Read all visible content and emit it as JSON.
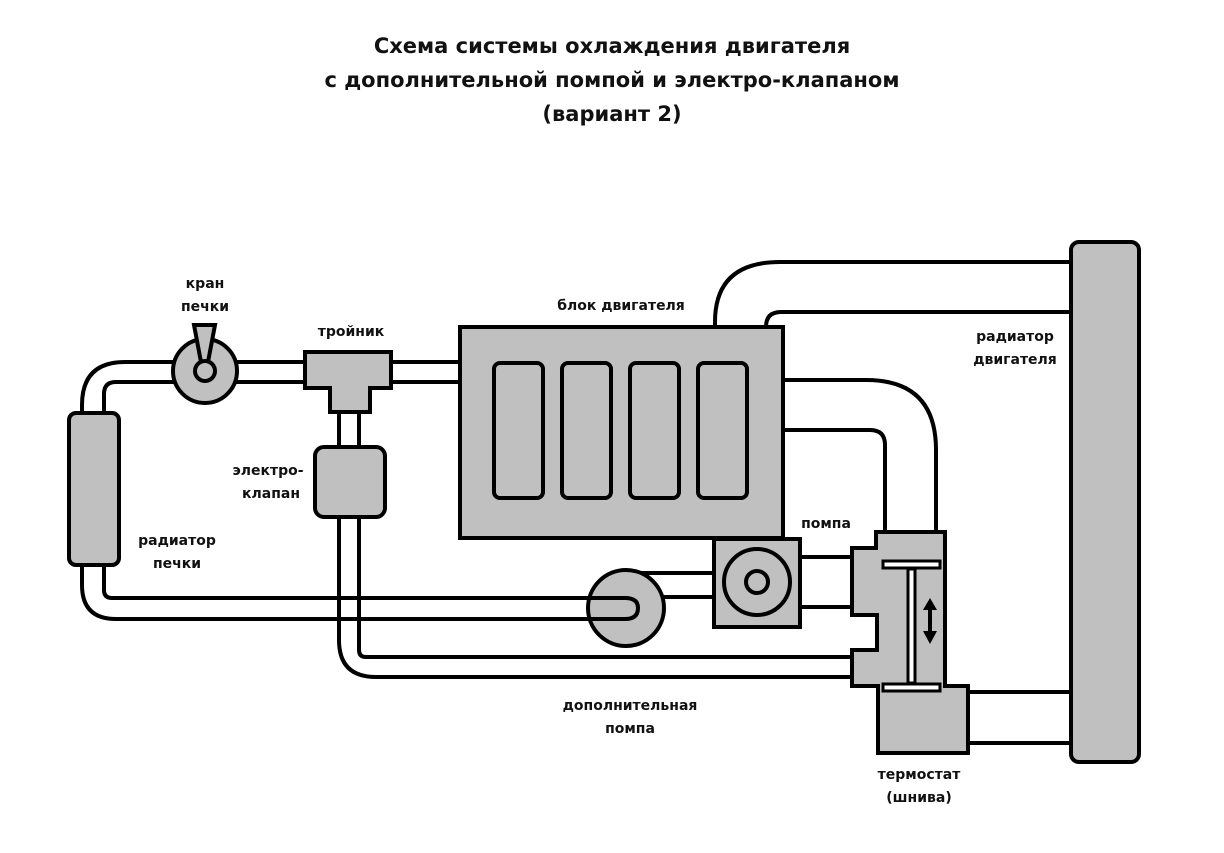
{
  "title": {
    "line1": "Схема системы охлаждения двигателя",
    "line2": "с дополнительной помпой и электро-клапаном",
    "line3": "(вариант 2)"
  },
  "colors": {
    "part_fill": "#c0c0c0",
    "line": "#000000",
    "background": "#ffffff"
  },
  "labels": {
    "heater_valve": [
      "кран",
      "печки"
    ],
    "tee": "тройник",
    "engine_block": "блок двигателя",
    "engine_radiator": [
      "радиатор",
      "двигателя"
    ],
    "solenoid_valve": [
      "электро-",
      "клапан"
    ],
    "heater_radiator": [
      "радиатор",
      "печки"
    ],
    "pump": "помпа",
    "aux_pump": [
      "дополнительная",
      "помпа"
    ],
    "thermostat": [
      "термостат",
      "(шнива)"
    ]
  }
}
